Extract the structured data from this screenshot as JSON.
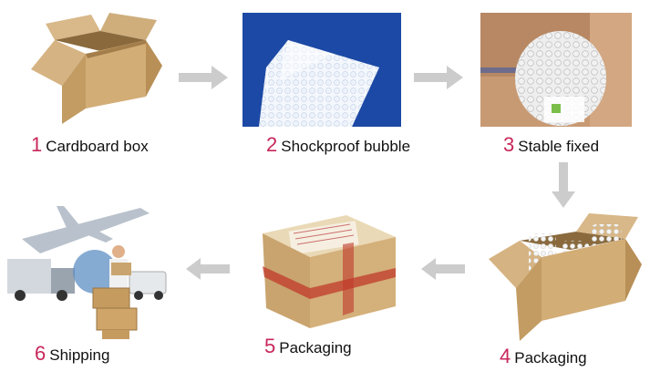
{
  "steps": [
    {
      "number": "1",
      "label": "Cardboard box"
    },
    {
      "number": "2",
      "label": "Shockproof bubble"
    },
    {
      "number": "3",
      "label": "Stable fixed"
    },
    {
      "number": "4",
      "label": "Packaging"
    },
    {
      "number": "5",
      "label": "Packaging"
    },
    {
      "number": "6",
      "label": "Shipping"
    }
  ],
  "colors": {
    "step_number": "#c8275b",
    "arrow": "#c9c9c9",
    "cardboard": "#c9a46e",
    "bubble_background": "#1f4fae"
  },
  "icons": {
    "step1": "cardboard-box-photo",
    "step2": "bubble-wrap-photo",
    "step3": "bubble-roll-photo",
    "step4": "filled-box-photo",
    "step5": "taped-parcel-photo",
    "step6": "shipping-logistics-photo"
  }
}
